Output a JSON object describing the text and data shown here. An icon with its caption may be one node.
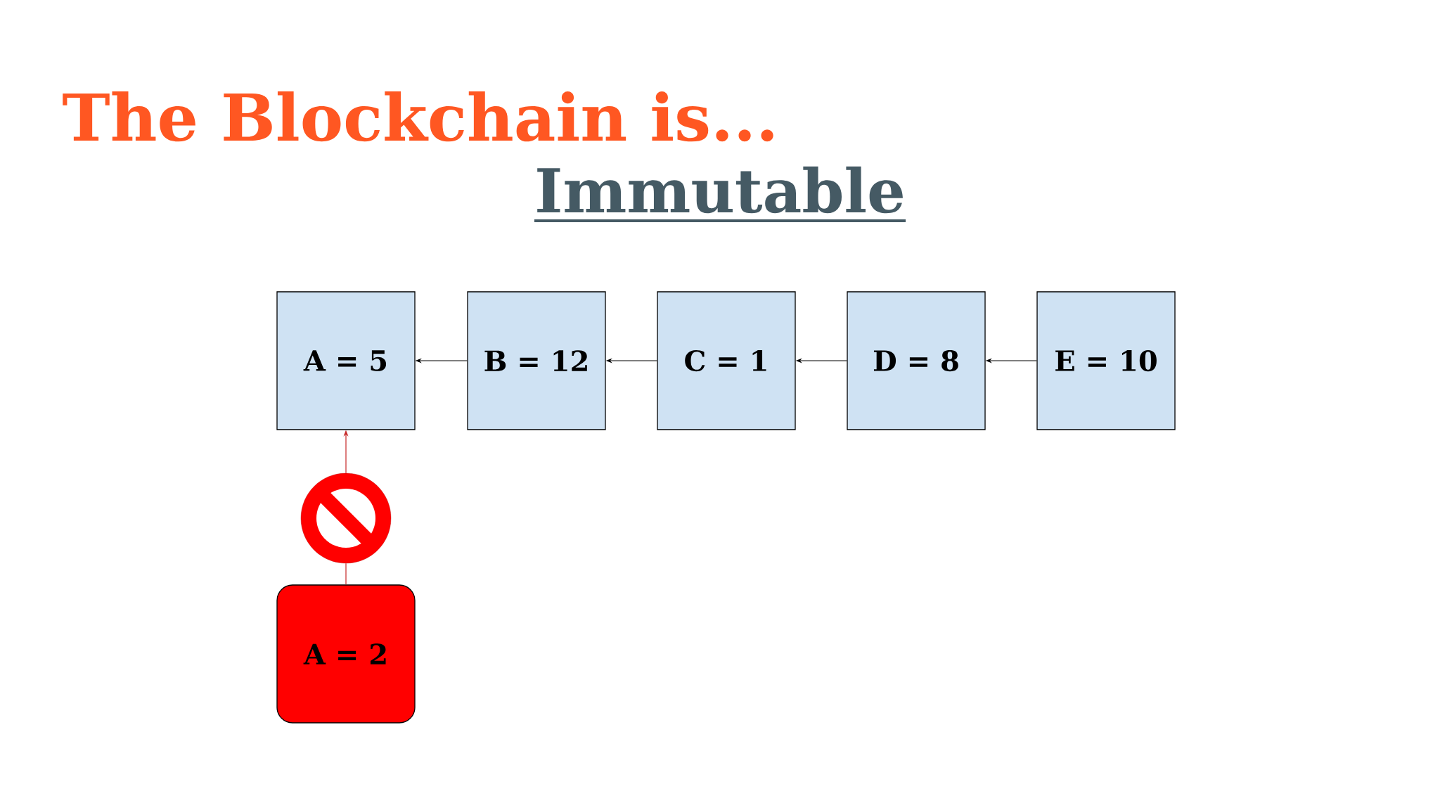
{
  "diagram": {
    "title": "The Blockchain is...",
    "nodes": [
      {
        "text": [
          "A = 5"
        ]
      },
      {
        "text": [
          "B = 12"
        ]
      },
      {
        "text": [
          "C = 1"
        ]
      },
      {
        "text": [
          "D = 8"
        ]
      },
      {
        "text": [
          "E = 10"
        ]
      },
      {
        "text": [
          "A = 2"
        ]
      },
      {
        "text": [],
        "shape": "circle"
      }
    ],
    "edges": [
      {
        "from": 1,
        "to": 0,
        "arrow": "to"
      },
      {
        "from": 2,
        "to": 1,
        "arrow": "to"
      },
      {
        "from": 3,
        "to": 2,
        "arrow": "to"
      },
      {
        "from": 4,
        "to": 3,
        "arrow": "to"
      },
      {
        "from": 5,
        "to": 6,
        "arrow": "none",
        "color": "#c62828"
      },
      {
        "from": 6,
        "to": 0,
        "arrow": "to",
        "color": "#c62828"
      }
    ],
    "labels": [
      "Immutable"
    ]
  }
}
